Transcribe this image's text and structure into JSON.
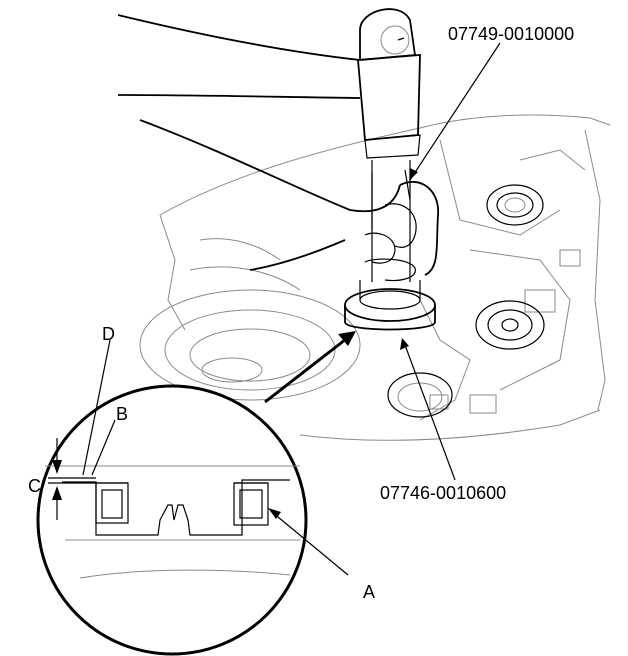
{
  "callouts": {
    "tool_top": "07749-0010000",
    "tool_bottom": "07746-0010600"
  },
  "detail_labels": {
    "a": "A",
    "b": "B",
    "c": "C",
    "d": "D"
  },
  "colors": {
    "line": "#000000",
    "faint_line": "#8a8a8a",
    "background": "#ffffff"
  }
}
